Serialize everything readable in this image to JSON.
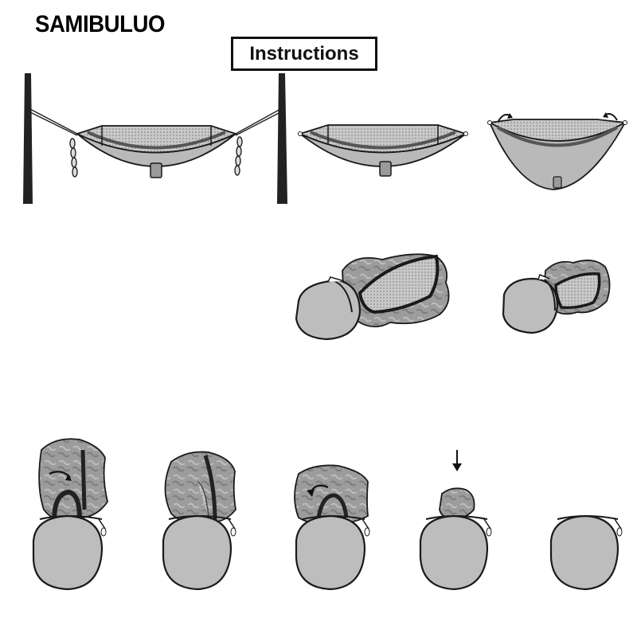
{
  "brand": {
    "name": "SAMIBULUO"
  },
  "header": {
    "title": "Instructions"
  },
  "colors": {
    "outline": "#1a1a1a",
    "fabric": "#b9b9b9",
    "fabric_dark": "#8a8a8a",
    "mesh": "#9a9a9a",
    "pouch": "#bdbdbd",
    "tree": "#222222"
  },
  "steps": {
    "row1": [
      "hammock-hung-between-trees",
      "hammock-unhooked",
      "hammock-folding-ends"
    ],
    "row2": [
      "hammock-rolled-with-pouch",
      "hammock-rolled-tight"
    ],
    "row3": [
      "stuff-into-pouch-1",
      "stuff-into-pouch-2",
      "stuff-into-pouch-3",
      "push-down",
      "packed-pouch"
    ]
  }
}
